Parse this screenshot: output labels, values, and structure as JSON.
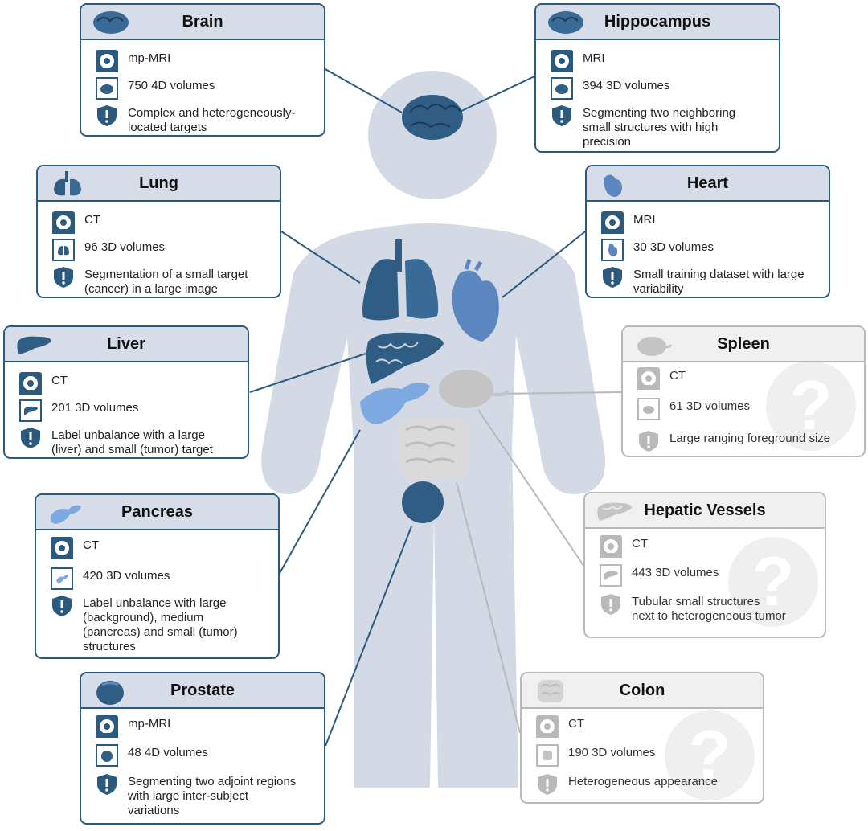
{
  "colors": {
    "accent": "#2c5a7e",
    "header_fill": "#d7dde8",
    "silhouette": "#d3dae6",
    "inactive": "#b9b9b9",
    "organ_dark": "#2f5d84",
    "organ_mid": "#5b86bf",
    "organ_light": "#7ea9e0",
    "organ_gray": "#c4c4c4"
  },
  "icon_legend": {
    "modality": "scanner-icon",
    "volumes": "organ-thumbnail-icon",
    "challenge": "shield-exclamation-icon",
    "unknown": "question-mark-icon"
  },
  "cards": {
    "brain": {
      "title": "Brain",
      "modality": "mp-MRI",
      "volumes": "750 4D volumes",
      "challenge": [
        "Complex and heterogeneously-",
        "located targets"
      ]
    },
    "hippocampus": {
      "title": "Hippocampus",
      "modality": "MRI",
      "volumes": "394 3D volumes",
      "challenge": [
        "Segmenting two neighboring",
        "small structures with high",
        "precision"
      ]
    },
    "lung": {
      "title": "Lung",
      "modality": "CT",
      "volumes": "96 3D volumes",
      "challenge": [
        "Segmentation of a small target",
        "(cancer) in a large image"
      ]
    },
    "heart": {
      "title": "Heart",
      "modality": "MRI",
      "volumes": "30 3D volumes",
      "challenge": [
        "Small training dataset with large",
        "variability"
      ]
    },
    "liver": {
      "title": "Liver",
      "modality": "CT",
      "volumes": "201 3D volumes",
      "challenge": [
        "Label unbalance with a large",
        "(liver) and small (tumor) target"
      ]
    },
    "spleen": {
      "title": "Spleen",
      "modality": "CT",
      "volumes": "61 3D volumes",
      "challenge": [
        "Large ranging foreground size"
      ]
    },
    "pancreas": {
      "title": "Pancreas",
      "modality": "CT",
      "volumes": "420 3D volumes",
      "challenge": [
        "Label unbalance with large",
        "(background), medium",
        "(pancreas) and small (tumor)",
        "structures"
      ]
    },
    "hepatic": {
      "title": "Hepatic Vessels",
      "modality": "CT",
      "volumes": "443 3D volumes",
      "challenge": [
        "Tubular small structures",
        "next to heterogeneous tumor"
      ]
    },
    "prostate": {
      "title": "Prostate",
      "modality": "mp-MRI",
      "volumes": "48 4D volumes",
      "challenge": [
        "Segmenting two adjoint regions",
        "with large inter-subject",
        "variations"
      ]
    },
    "colon": {
      "title": "Colon",
      "modality": "CT",
      "volumes": "190 3D volumes",
      "challenge": [
        "Heterogeneous appearance"
      ]
    }
  }
}
